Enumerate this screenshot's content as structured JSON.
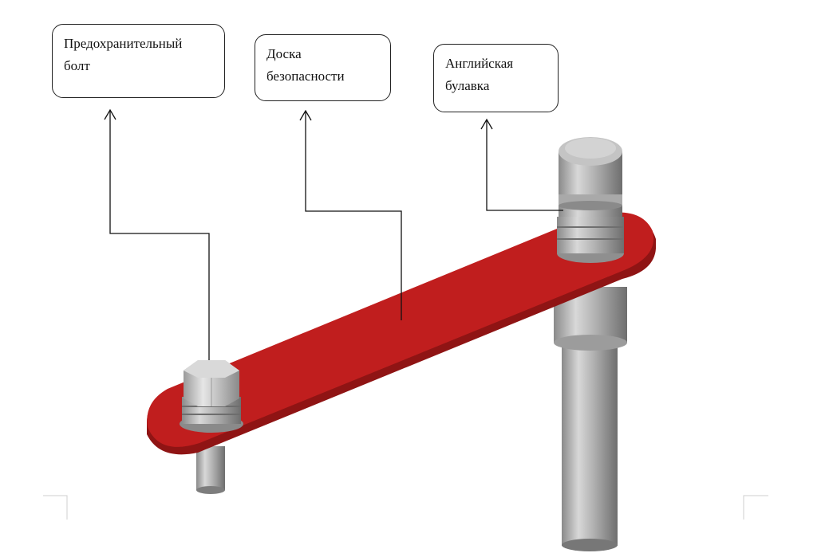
{
  "diagram": {
    "callouts": [
      {
        "id": "safety-bolt",
        "lines": [
          "Предохранительный",
          "болт"
        ]
      },
      {
        "id": "safety-board",
        "lines": [
          "Доска",
          "безопасности"
        ]
      },
      {
        "id": "safety-pin",
        "lines": [
          "Английская",
          "булавка"
        ]
      }
    ]
  },
  "colors": {
    "board": "#c01e1e",
    "board_edge": "#8f1414",
    "metal_light": "#d6d6d6",
    "metal_dark": "#7a7a7a",
    "line": "#111111"
  }
}
